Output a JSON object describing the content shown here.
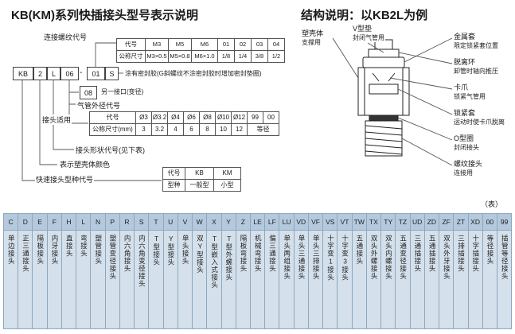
{
  "colors": {
    "table_header_bg": "#b4c9de",
    "table_body_bg": "#d4e0eb",
    "table_border": "#8fa6bb"
  },
  "titles": {
    "left": "KB(KM)系列快插接头型号表示说明",
    "right": "结构说明：以KB2L为例",
    "table_ref": "（表）"
  },
  "model_code": {
    "segments": [
      "KB",
      "2",
      "L",
      "06",
      "01",
      "S"
    ],
    "separator": "-",
    "alt_port_code": "08",
    "annotations": {
      "thread": "连接螺纹代号",
      "sealant": "涂有密封胶(G斜螺纹不涂密封胶时增加密封垫圈)",
      "alt_port": "另一接口(变径)",
      "tube_od": "气管外径代号",
      "applicable": "接头适用",
      "shape": "接头形状代号(见下表)",
      "color": "表示塑壳体颜色",
      "series": "快速接头型种代号"
    },
    "thread_table": {
      "row_code": [
        "代号",
        "M3",
        "M5",
        "M6",
        "01",
        "02",
        "03",
        "04"
      ],
      "row_size": [
        "公称尺寸",
        "M3×0.5",
        "M5×0.8",
        "M6×1.0",
        "1/8",
        "1/4",
        "3/8",
        "1/2"
      ]
    },
    "tube_table": {
      "row_code": [
        "代号",
        "Ø3",
        "Ø3.2",
        "Ø4",
        "Ø6",
        "Ø8",
        "Ø10",
        "Ø12",
        "99",
        "00"
      ],
      "row_size": [
        "公称尺寸(mm)",
        "3",
        "3.2",
        "4",
        "6",
        "8",
        "10",
        "12",
        "等径"
      ]
    },
    "series_table": {
      "row_code": [
        "代号",
        "KB",
        "KM"
      ],
      "row_type": [
        "型种",
        "一般型",
        "小型"
      ]
    }
  },
  "structure": {
    "left_parts": [
      {
        "name": "塑壳体",
        "desc": "支撑用"
      },
      {
        "name": "V型垫",
        "desc": "封闭气管用"
      }
    ],
    "right_parts": [
      {
        "name": "金属套",
        "desc": "限定锁紧套位置"
      },
      {
        "name": "脱离环",
        "desc": "卸管时轴向推压"
      },
      {
        "name": "卡爪",
        "desc": "锁紧气管用"
      },
      {
        "name": "锁紧套",
        "desc": "运动时使卡爪脱离"
      },
      {
        "name": "O型圈",
        "desc": "封闭接头"
      },
      {
        "name": "螺纹接头",
        "desc": "连接用"
      }
    ]
  },
  "shape_table": {
    "columns": [
      {
        "code": "C",
        "name": "单边接头"
      },
      {
        "code": "D",
        "name": "正三通接头"
      },
      {
        "code": "E",
        "name": "隔板接头"
      },
      {
        "code": "F",
        "name": "内牙接头"
      },
      {
        "code": "H",
        "name": "直接头"
      },
      {
        "code": "L",
        "name": "弯接头"
      },
      {
        "code": "N",
        "name": "塑管接头"
      },
      {
        "code": "P",
        "name": "塑管变径接头"
      },
      {
        "code": "R",
        "name": "内六角接头"
      },
      {
        "code": "S",
        "name": "内六角变径接头"
      },
      {
        "code": "T",
        "name": "T型接头"
      },
      {
        "code": "U",
        "name": "Y型接头"
      },
      {
        "code": "V",
        "name": "单头接头"
      },
      {
        "code": "W",
        "name": "双Y型接头"
      },
      {
        "code": "X",
        "name": "T型嵌入式接头"
      },
      {
        "code": "Y",
        "name": "T型外螺接头"
      },
      {
        "code": "Z",
        "name": "隔板弯接头"
      },
      {
        "code": "LE",
        "name": "机械弯接头"
      },
      {
        "code": "LF",
        "name": "偏三通接头"
      },
      {
        "code": "LU",
        "name": "单头两组接头"
      },
      {
        "code": "VD",
        "name": "单头三通接头"
      },
      {
        "code": "VF",
        "name": "单头三排接头"
      },
      {
        "code": "VS",
        "name": "十字变1接头"
      },
      {
        "code": "VT",
        "name": "十字变3接头"
      },
      {
        "code": "TW",
        "name": "五通接头"
      },
      {
        "code": "TX",
        "name": "双头外螺接头"
      },
      {
        "code": "TY",
        "name": "双头内螺接头"
      },
      {
        "code": "TZ",
        "name": "五通变径接头"
      },
      {
        "code": "UD",
        "name": "三通插接头"
      },
      {
        "code": "ZD",
        "name": "五通插接头"
      },
      {
        "code": "ZF",
        "name": "双头外牙接头"
      },
      {
        "code": "ZT",
        "name": "三排插接头"
      },
      {
        "code": "XD",
        "name": "十字插接头"
      },
      {
        "code": "00",
        "name": "等径接头"
      },
      {
        "code": "99",
        "name": "插管等径接头"
      }
    ]
  }
}
